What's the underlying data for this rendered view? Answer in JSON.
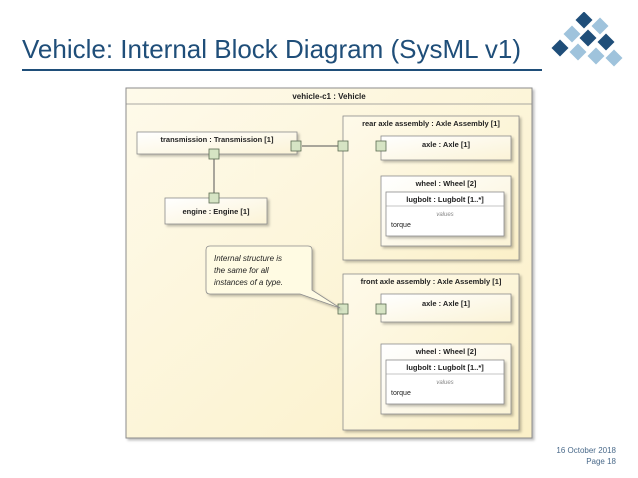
{
  "slide": {
    "title": "Vehicle: Internal Block Diagram (SysML v1)",
    "date": "16 October 2018",
    "page": "Page 18"
  },
  "diagram": {
    "frame_title": "vehicle-c1 : Vehicle",
    "transmission": "transmission : Transmission [1]",
    "engine": "engine : Engine [1]",
    "rear_axle_assembly": {
      "title": "rear axle assembly : Axle Assembly [1]",
      "axle": "axle : Axle [1]",
      "wheel": "wheel : Wheel [2]",
      "lugbolt": "lugbolt : Lugbolt [1..*]",
      "compartment": "values",
      "attribute": "torque"
    },
    "front_axle_assembly": {
      "title": "front axle assembly : Axle Assembly [1]",
      "axle": "axle : Axle [1]",
      "wheel": "wheel : Wheel [2]",
      "lugbolt": "lugbolt : Lugbolt [1..*]",
      "compartment": "values",
      "attribute": "torque"
    },
    "callout": [
      "Internal structure is",
      "the same for all",
      "instances of a type."
    ]
  },
  "colors": {
    "title": "#1f4e79",
    "frame_fill": "#fdf6dc",
    "frame_border": "#8c8c8c",
    "block_fill": "#fffdf4",
    "port_fill": "#d6e4c4",
    "port_border": "#5a6a52",
    "logo_dark": "#1f4e79",
    "logo_light": "#9fc3dc"
  }
}
